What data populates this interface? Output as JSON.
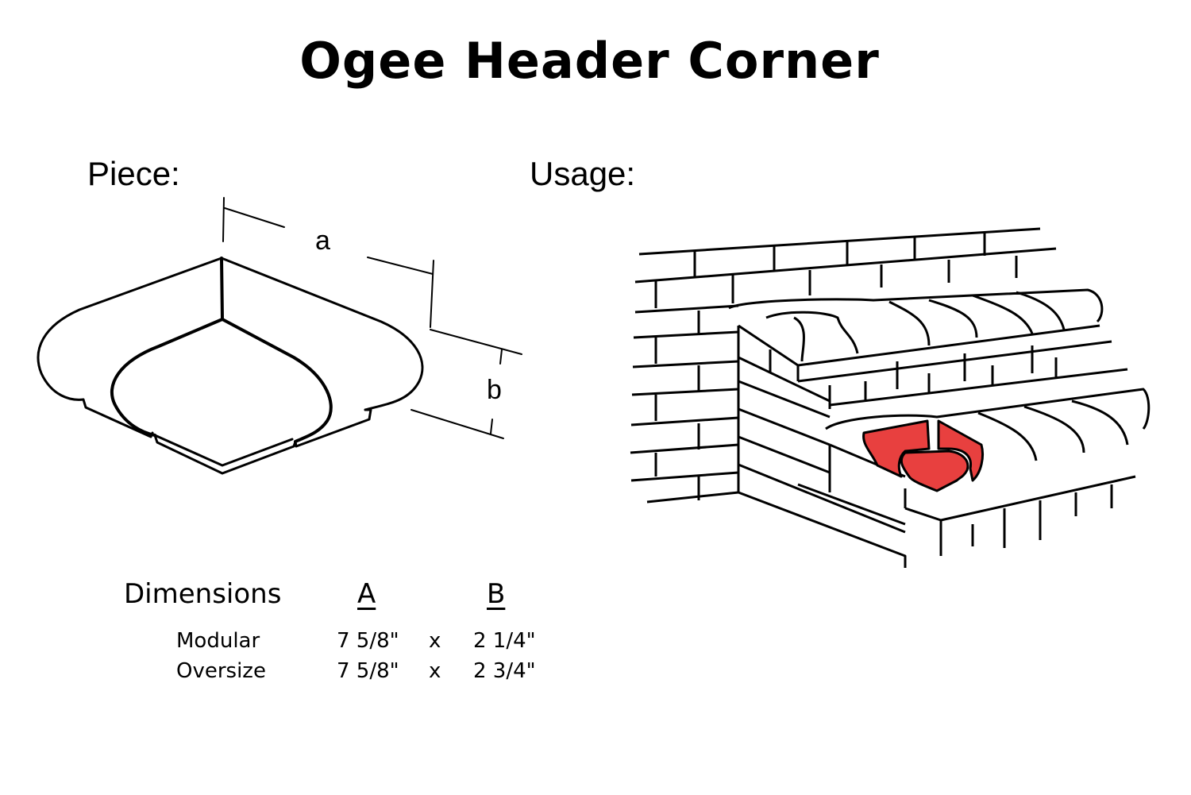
{
  "title": "Ogee Header Corner",
  "piece": {
    "label": "Piece:",
    "dim_a": "a",
    "dim_b": "b"
  },
  "usage": {
    "label": "Usage:",
    "highlight_color": "#e8403f"
  },
  "dimensions": {
    "heading": "Dimensions",
    "col_a": "A",
    "col_b": "B",
    "rows": [
      {
        "name": "Modular",
        "a": "7 5/8\"",
        "sep": "x",
        "b": "2 1/4\""
      },
      {
        "name": "Oversize",
        "a": "7 5/8\"",
        "sep": "x",
        "b": "2 3/4\""
      }
    ]
  }
}
